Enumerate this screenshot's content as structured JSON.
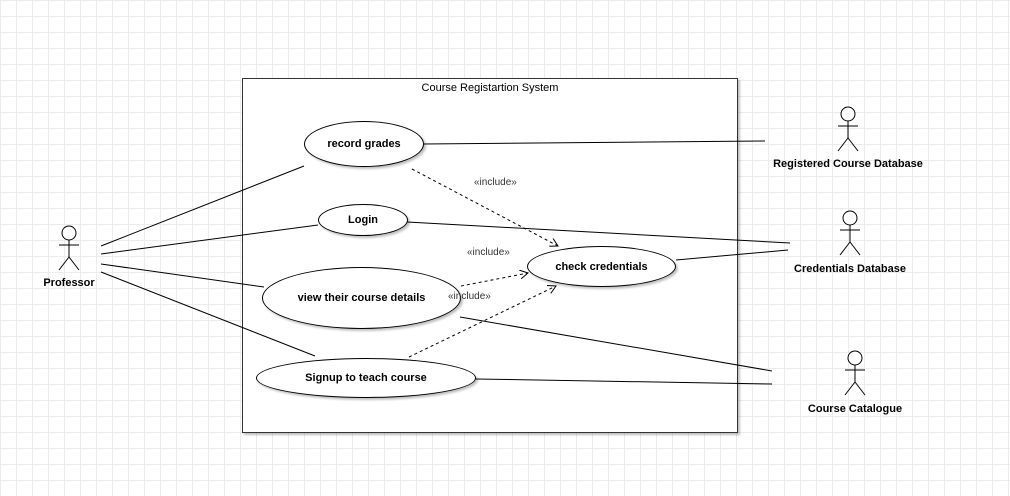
{
  "system": {
    "title": "Course Registartion System"
  },
  "usecases": {
    "record_grades": "record grades",
    "login": "Login",
    "check_credentials": "check credentials",
    "view_course_details": "view their course details",
    "signup_teach": "Signup to teach course"
  },
  "actors": {
    "professor": "Professor",
    "registered_course_db": "Registered Course Database",
    "credentials_db": "Credentials Database",
    "course_catalogue": "Course Catalogue"
  },
  "relations": {
    "include_1": "«include»",
    "include_2": "«include»",
    "include_3": "«include»"
  },
  "colors": {
    "stroke": "#000000",
    "grid": "#ececec"
  }
}
